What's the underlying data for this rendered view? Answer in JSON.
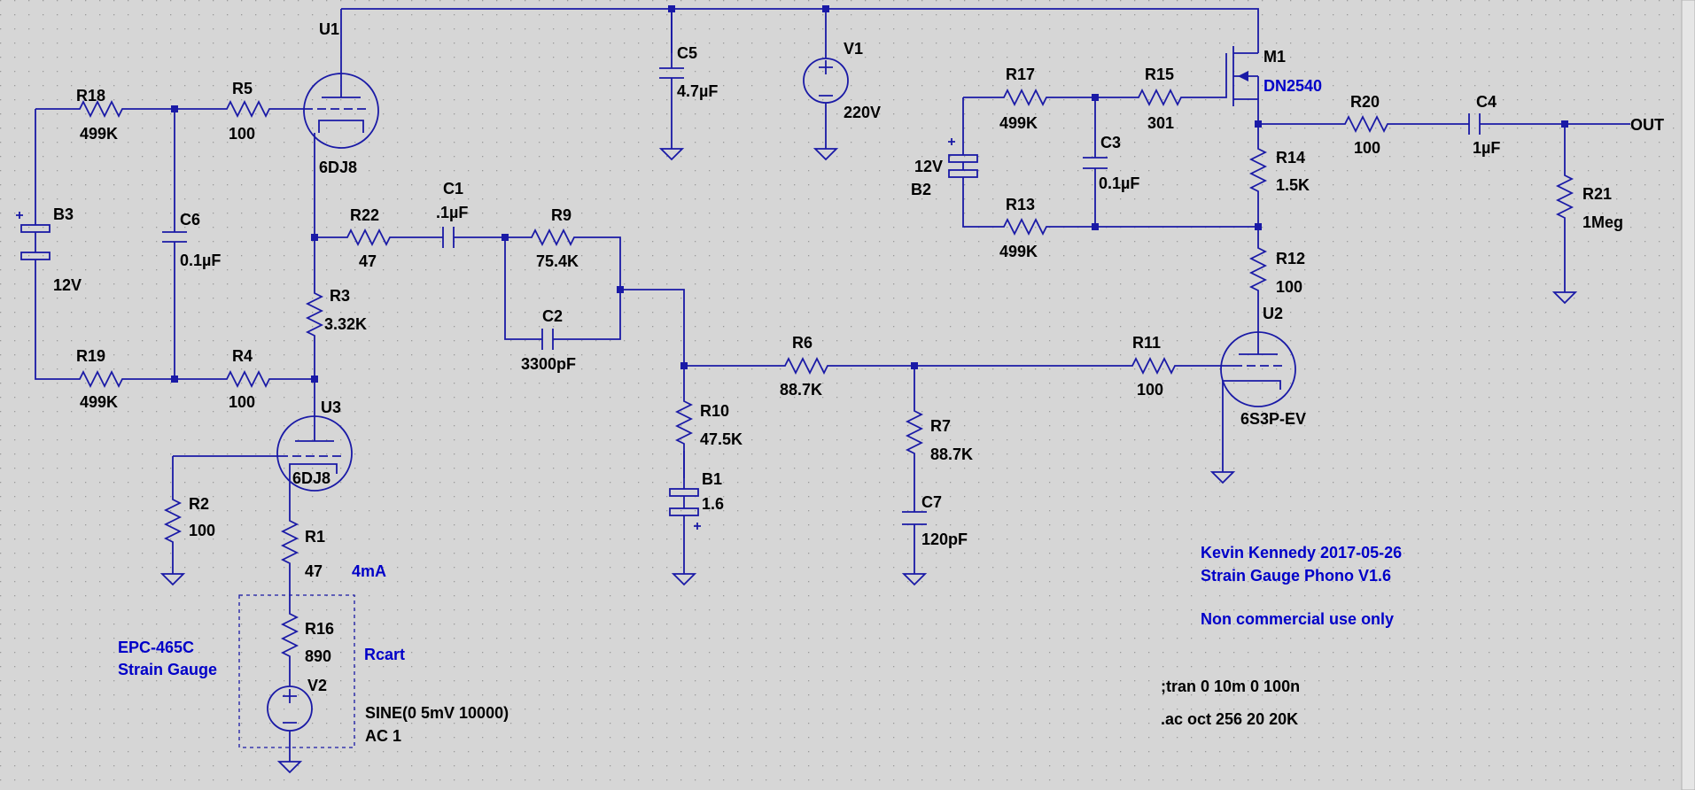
{
  "components": {
    "B3": {
      "name": "B3",
      "value": "12V"
    },
    "B1": {
      "name": "B1",
      "value": "1.6"
    },
    "B2": {
      "name": "B2",
      "value": "12V"
    },
    "R18": {
      "name": "R18",
      "value": "499K"
    },
    "R5": {
      "name": "R5",
      "value": "100"
    },
    "R19": {
      "name": "R19",
      "value": "499K"
    },
    "R4": {
      "name": "R4",
      "value": "100"
    },
    "R22": {
      "name": "R22",
      "value": "47"
    },
    "R3": {
      "name": "R3",
      "value": "3.32K"
    },
    "R9": {
      "name": "R9",
      "value": "75.4K"
    },
    "R2": {
      "name": "R2",
      "value": "100"
    },
    "R1": {
      "name": "R1",
      "value": "47"
    },
    "R16": {
      "name": "R16",
      "value": "890"
    },
    "R10": {
      "name": "R10",
      "value": "47.5K"
    },
    "R6": {
      "name": "R6",
      "value": "88.7K"
    },
    "R7": {
      "name": "R7",
      "value": "88.7K"
    },
    "R11": {
      "name": "R11",
      "value": "100"
    },
    "R12": {
      "name": "R12",
      "value": "100"
    },
    "R14": {
      "name": "R14",
      "value": "1.5K"
    },
    "R17": {
      "name": "R17",
      "value": "499K"
    },
    "R15": {
      "name": "R15",
      "value": "301"
    },
    "R13": {
      "name": "R13",
      "value": "499K"
    },
    "R20": {
      "name": "R20",
      "value": "100"
    },
    "R21": {
      "name": "R21",
      "value": "1Meg"
    },
    "C6": {
      "name": "C6",
      "value": "0.1µF"
    },
    "C1": {
      "name": "C1",
      "value": ".1µF"
    },
    "C2": {
      "name": "C2",
      "value": "3300pF"
    },
    "C5": {
      "name": "C5",
      "value": "4.7µF"
    },
    "C7": {
      "name": "C7",
      "value": "120pF"
    },
    "C3": {
      "name": "C3",
      "value": "0.1µF"
    },
    "C4": {
      "name": "C4",
      "value": "1µF"
    },
    "U1": {
      "name": "U1",
      "value": "6DJ8"
    },
    "U3": {
      "name": "U3",
      "value": "6DJ8"
    },
    "U2": {
      "name": "U2",
      "value": "6S3P-EV"
    },
    "V1": {
      "name": "V1",
      "value": "220V"
    },
    "V2": {
      "name": "V2",
      "value_line1": "SINE(0 5mV 10000)",
      "value_line2": "AC 1"
    },
    "M1": {
      "name": "M1",
      "value": "DN2540"
    }
  },
  "labels": {
    "out": "OUT",
    "current": "4mA",
    "rcart": "Rcart",
    "cartridge_line1": "EPC-465C",
    "cartridge_line2": "Strain Gauge",
    "author": "Kevin Kennedy 2017-05-26",
    "project": "Strain Gauge Phono V1.6",
    "license": "Non commercial use only",
    "tran": ";tran 0 10m 0 100n",
    "ac": ".ac oct 256 20 20K"
  },
  "colors": {
    "background": "#d6d6d6",
    "wire": "#1a1aa6",
    "label": "#000000",
    "note": "#0000c8"
  }
}
